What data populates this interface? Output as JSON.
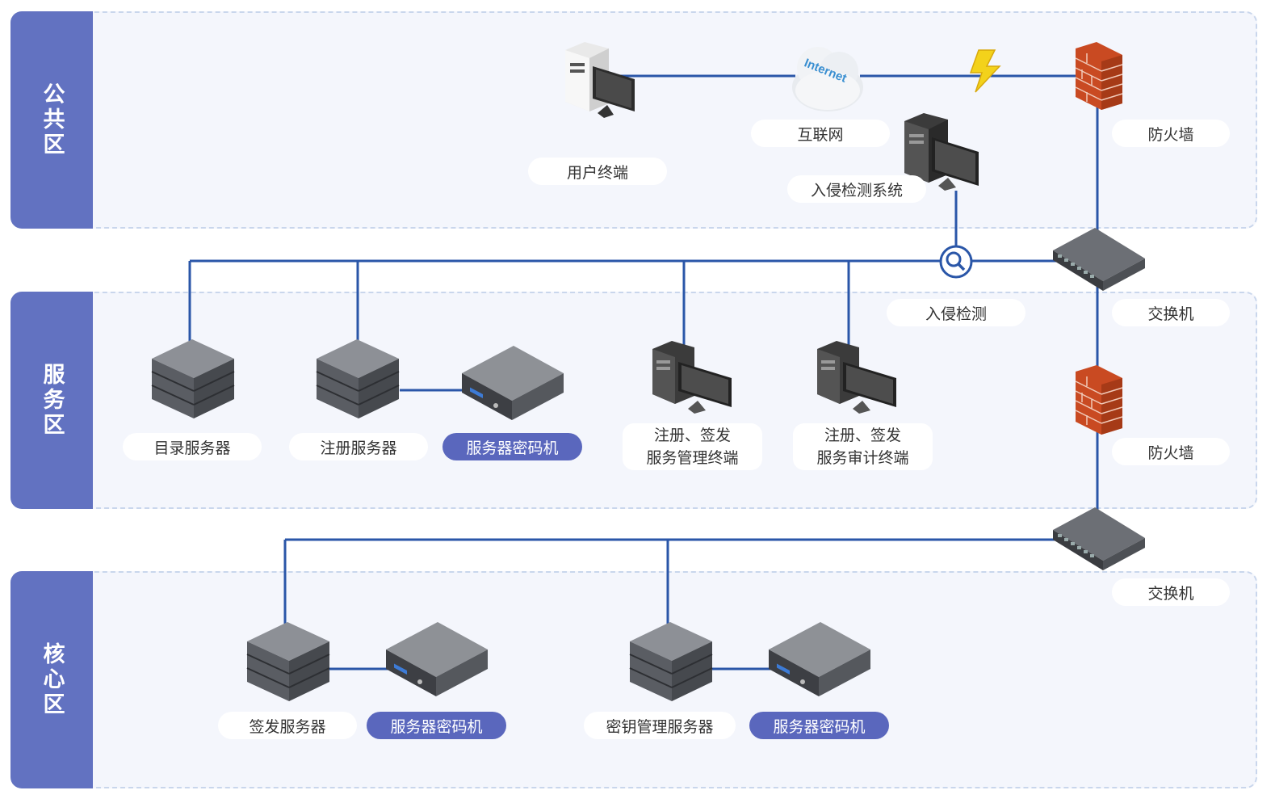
{
  "zones": {
    "public": "公共区",
    "service": "服务区",
    "core": "核心区"
  },
  "labels": {
    "user_terminal": "用户终端",
    "internet": "互联网",
    "internet_cloud_text": "Internet",
    "ids_system": "入侵检测系统",
    "firewall_top": "防火墙",
    "ids_probe": "入侵检测",
    "switch_top": "交换机",
    "firewall_mid": "防火墙",
    "switch_bottom": "交换机",
    "dir_server": "目录服务器",
    "reg_server": "注册服务器",
    "svc_hsm_1": "服务器密码机",
    "reg_mgmt_line1": "注册、签发",
    "reg_mgmt_line2": "服务管理终端",
    "reg_audit_line1": "注册、签发",
    "reg_audit_line2": "服务审计终端",
    "sign_server": "签发服务器",
    "core_hsm_1": "服务器密码机",
    "key_mgmt_server": "密钥管理服务器",
    "core_hsm_2": "服务器密码机"
  },
  "colors": {
    "zone_tab": "#6272c1",
    "link": "#2a56a8",
    "highlight_pill": "#5a67bd"
  }
}
